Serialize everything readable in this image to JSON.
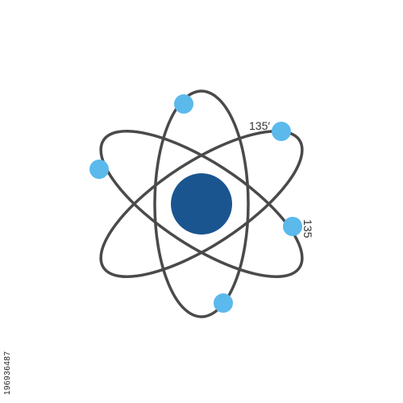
{
  "illustration": {
    "subject": "atom-icon",
    "nucleus_color": "#1a5590",
    "electron_color": "#5bb9ec",
    "orbit_color": "#4a4a4a",
    "orbit_count": 3,
    "electron_count": 5
  },
  "annotations": {
    "angle_top": "135′",
    "angle_right": "135"
  },
  "stock_id": "196936487"
}
